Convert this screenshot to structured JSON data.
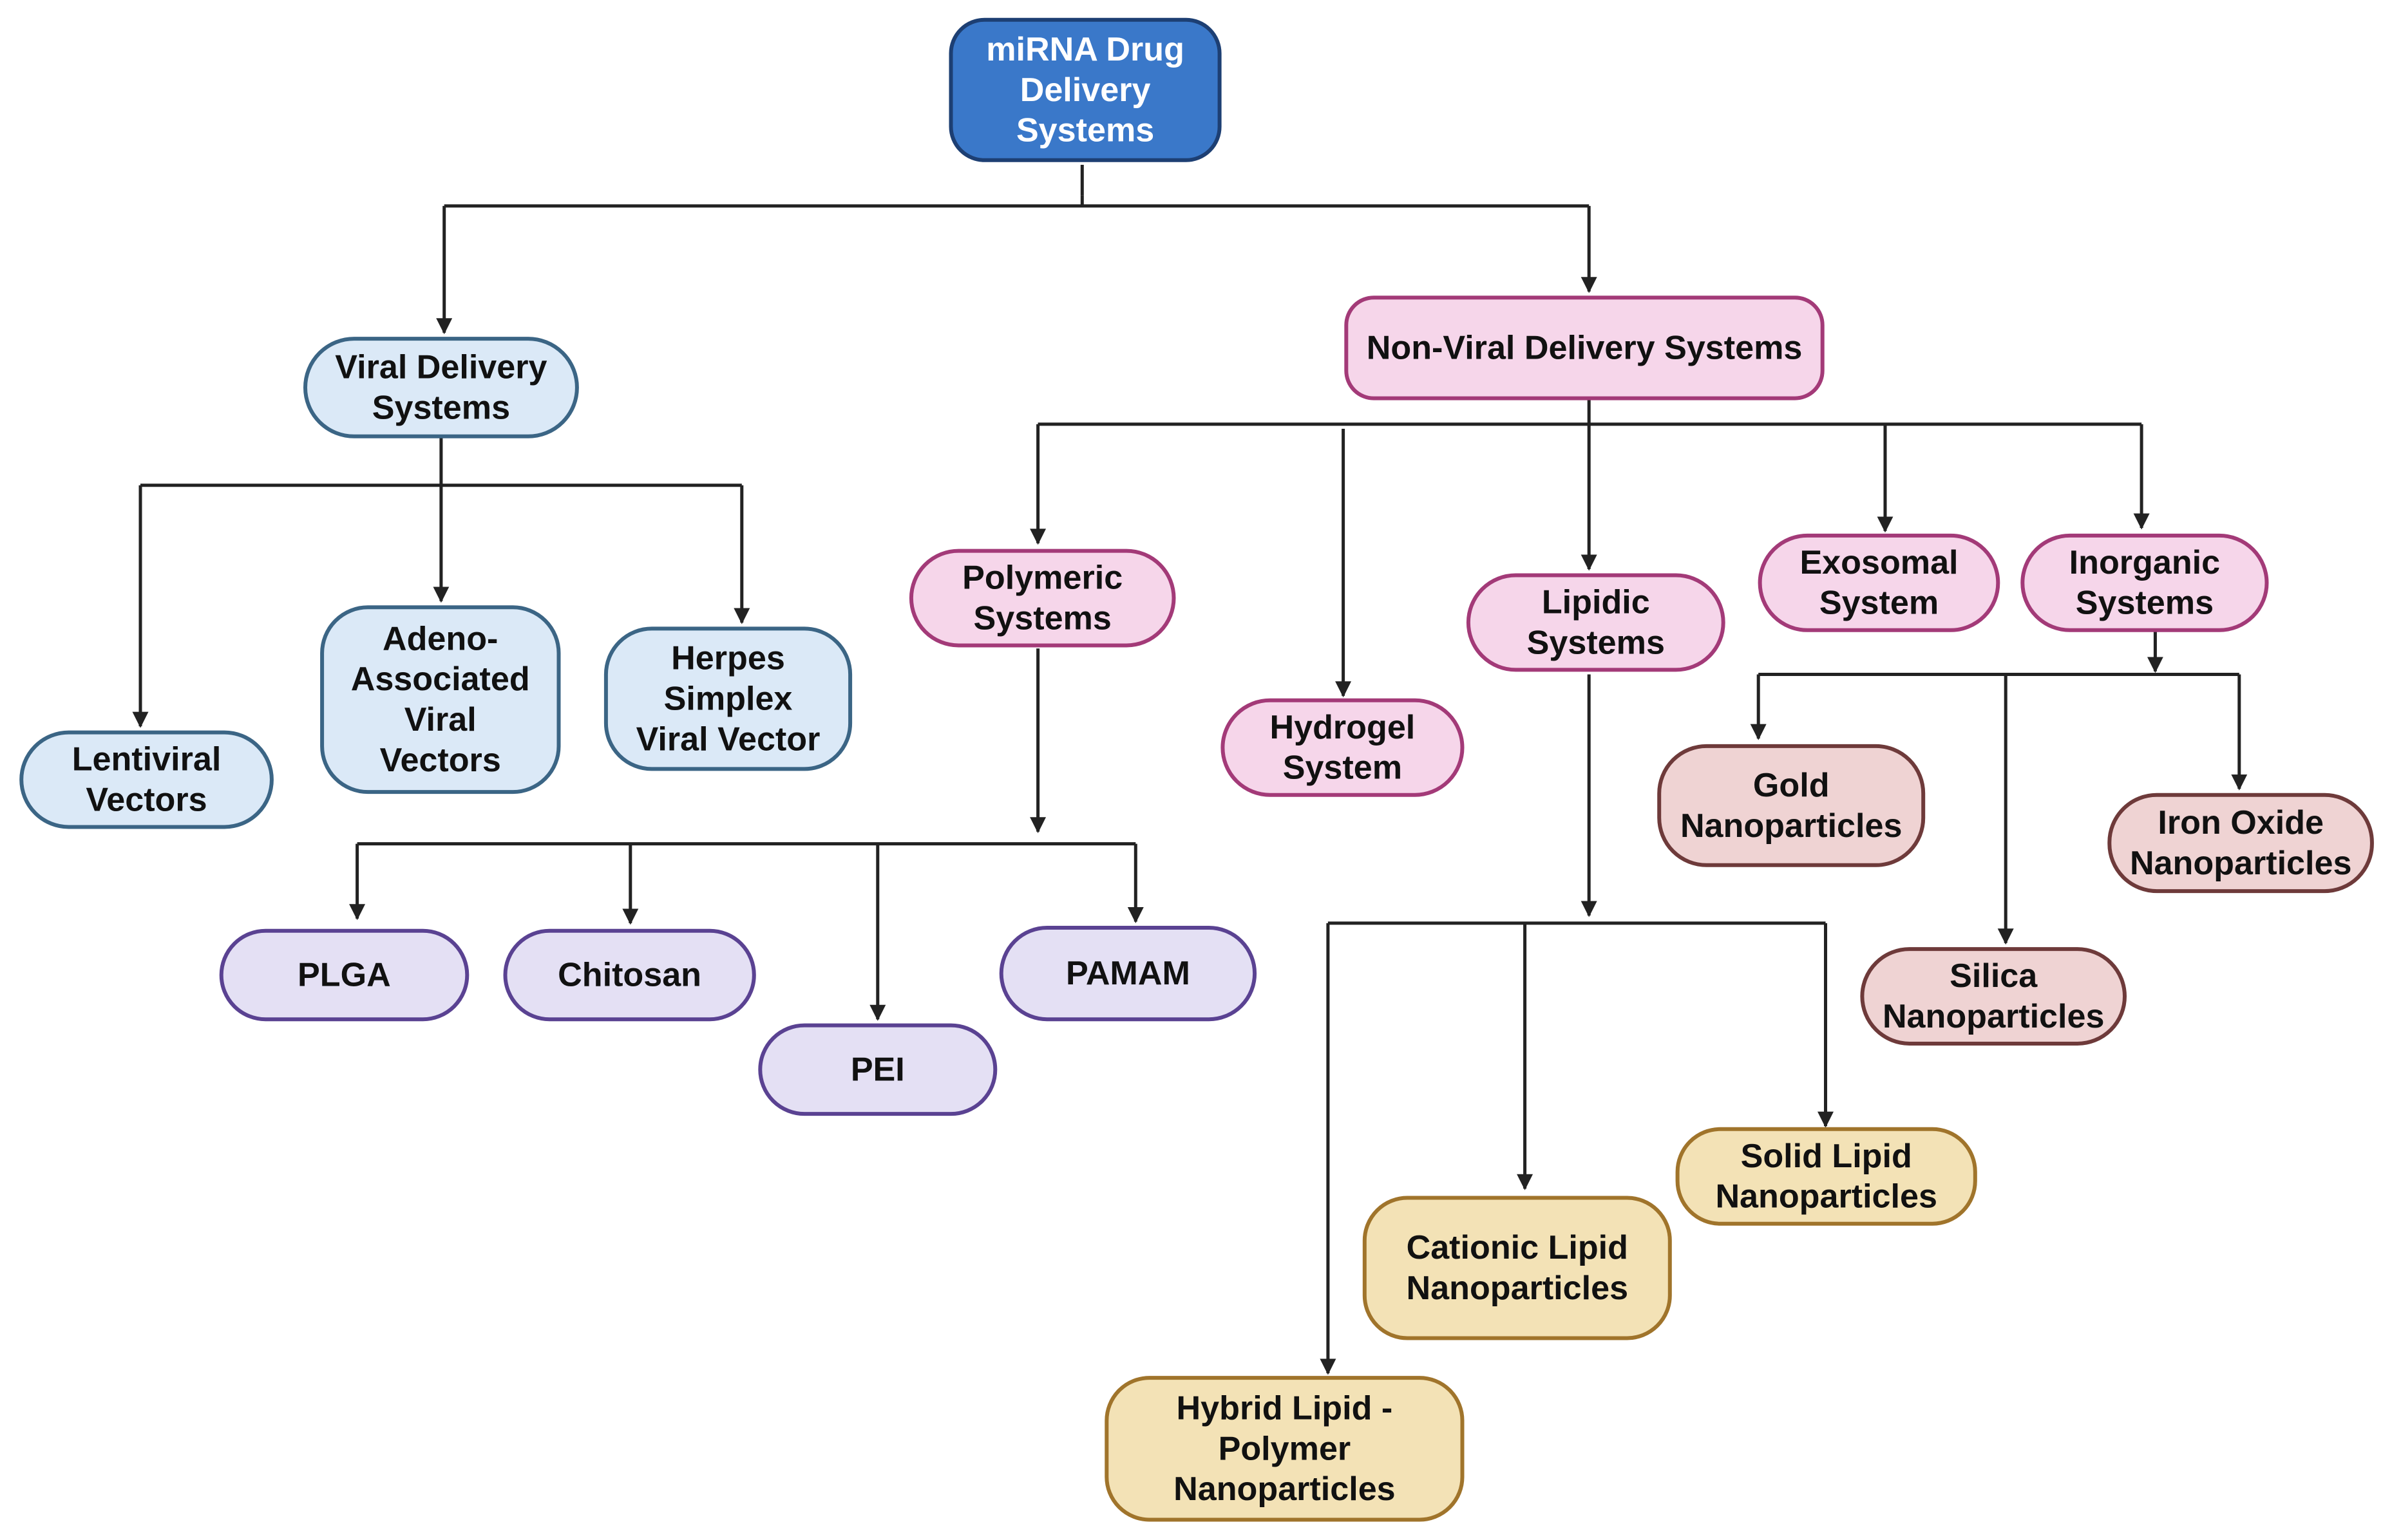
{
  "colors": {
    "root_fill": "#3a78c9",
    "root_stroke": "#1d3f73",
    "viral_fill": "#dbe9f7",
    "viral_stroke": "#3b6585",
    "nonviral_fill": "#f6d6ea",
    "nonviral_stroke": "#a33a78",
    "polymer_fill": "#e4e0f4",
    "polymer_stroke": "#5a4292",
    "lipid_fill": "#f3e2b6",
    "lipid_stroke": "#a0742b",
    "inorganic_fill": "#efd3d3",
    "inorganic_stroke": "#6e3a3a",
    "connector": "#222222"
  },
  "nodes": {
    "root": {
      "lines": [
        "miRNA Drug",
        "Delivery",
        "Systems"
      ]
    },
    "viral": {
      "lines": [
        "Viral Delivery",
        "Systems"
      ]
    },
    "nonviral": {
      "lines": [
        "Non-Viral Delivery Systems"
      ]
    },
    "lentiviral": {
      "lines": [
        "Lentiviral",
        "Vectors"
      ]
    },
    "aav": {
      "lines": [
        "Adeno-",
        "Associated",
        "Viral",
        "Vectors"
      ]
    },
    "herpes": {
      "lines": [
        "Herpes",
        "Simplex",
        "Viral Vector"
      ]
    },
    "polymeric": {
      "lines": [
        "Polymeric",
        "Systems"
      ]
    },
    "hydrogel": {
      "lines": [
        "Hydrogel",
        "System"
      ]
    },
    "lipidic": {
      "lines": [
        "Lipidic",
        "Systems"
      ]
    },
    "exosomal": {
      "lines": [
        "Exosomal",
        "System"
      ]
    },
    "inorganic": {
      "lines": [
        "Inorganic",
        "Systems"
      ]
    },
    "plga": {
      "lines": [
        "PLGA"
      ]
    },
    "chitosan": {
      "lines": [
        "Chitosan"
      ]
    },
    "pei": {
      "lines": [
        "PEI"
      ]
    },
    "pamam": {
      "lines": [
        "PAMAM"
      ]
    },
    "hybrid": {
      "lines": [
        "Hybrid Lipid -",
        "Polymer",
        "Nanoparticles"
      ]
    },
    "cationic": {
      "lines": [
        "Cationic Lipid",
        "Nanoparticles"
      ]
    },
    "solid": {
      "lines": [
        "Solid Lipid",
        "Nanoparticles"
      ]
    },
    "gold": {
      "lines": [
        "Gold",
        "Nanoparticles"
      ]
    },
    "silica": {
      "lines": [
        "Silica",
        "Nanoparticles"
      ]
    },
    "ironoxide": {
      "lines": [
        "Iron Oxide",
        "Nanoparticles"
      ]
    }
  }
}
